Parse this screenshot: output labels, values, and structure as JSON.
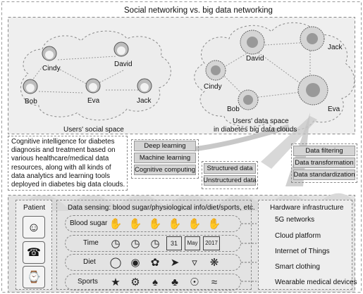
{
  "header": {
    "title": "Social networking vs. big data networking"
  },
  "social": {
    "caption": "Users' social space",
    "users": [
      "Cindy",
      "David",
      "Bob",
      "Eva",
      "Jack"
    ]
  },
  "bigdata": {
    "caption_line1": "Users' data space",
    "caption_line2": "in diabetes big data clouds",
    "nodes": [
      "Jack",
      "David",
      "Cindy",
      "Bob",
      "Eva"
    ]
  },
  "description": {
    "lines": [
      "Cognitive intelligence for diabetes",
      "diagnosis and treatment based on",
      "various healthcare/medical data",
      "resources, along with all kinds of",
      "data analytics and learning tools",
      "deployed in diabetes big data clouds."
    ]
  },
  "learning": {
    "items": [
      "Deep learning",
      "Machine learning",
      "Cognitive computing"
    ]
  },
  "datatypes": {
    "items": [
      "Structured data",
      "Unstructured data"
    ]
  },
  "processing": {
    "items": [
      "Data filtering",
      "Data transformation",
      "Data standardization"
    ]
  },
  "patient": {
    "title": "Patient",
    "icons": [
      "doctor-icon",
      "phone-icon",
      "smartwatch-icon"
    ]
  },
  "sensing": {
    "title": "Data sensing: blood sugar/physiological info/diet/sports, etc.",
    "rows": [
      {
        "label": "Blood sugar",
        "icons": [
          "hand-sensor-icon",
          "hand-sensor-icon",
          "hand-sensor-icon",
          "hand-sensor-icon",
          "hand-sensor-icon",
          "hand-sensor-icon"
        ]
      },
      {
        "label": "Time",
        "icons": [
          "clock-icon",
          "clock-icon",
          "clock-icon",
          "calendar-icon",
          "calendar-icon",
          "calendar-icon"
        ],
        "calendar_texts": [
          "31",
          "May",
          "2017"
        ]
      },
      {
        "label": "Diet",
        "icons": [
          "plate-icon",
          "pizza-icon",
          "apple-icon",
          "carrot-icon",
          "cocktail-icon",
          "fish-icon"
        ]
      },
      {
        "label": "Sports",
        "icons": [
          "running-icon",
          "cycling-icon",
          "walking-icon",
          "jogging-icon",
          "tennis-icon",
          "swimming-icon"
        ]
      }
    ]
  },
  "hardware": {
    "title": "Hardware infrastructure",
    "items": [
      "5G networks",
      "Cloud platform",
      "Internet of Things",
      "Smart clothing",
      "Wearable medical devices"
    ]
  }
}
